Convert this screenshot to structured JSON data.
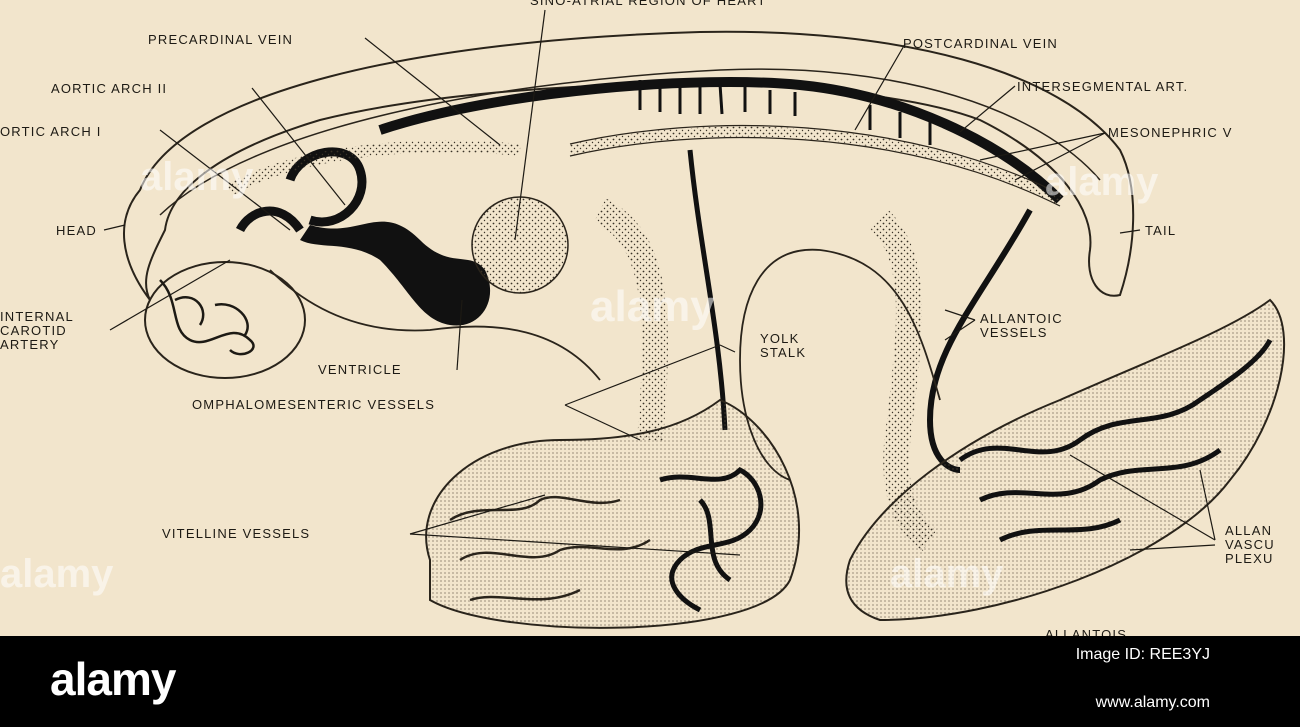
{
  "figure": {
    "labels": {
      "sino_atrial": "SINO-ATRIAL REGION OF HEART",
      "precardinal_vein": "PRECARDINAL VEIN",
      "postcardinal_vein": "POSTCARDINAL VEIN",
      "aortic_arch_2": "AORTIC ARCH II",
      "intersegmental_art": "INTERSEGMENTAL ART.",
      "aortic_arch_1": "ORTIC ARCH I",
      "mesonephric": "MESONEPHRIC V",
      "head": "HEAD",
      "tail": "TAIL",
      "internal_carotid": "INTERNAL\nCAROTID\nARTERY",
      "allantoic_vessels": "ALLANTOIC\nVESSELS",
      "yolk_stalk": "YOLK\nSTALK",
      "ventricle": "VENTRICLE",
      "omphalomesenteric": "OMPHALOMESENTERIC VESSELS",
      "vitelline": "VITELLINE VESSELS",
      "allantoic_plexus": "ALLAN\nVASCU\nPLEXU",
      "allantois": "ALLANTOIS"
    }
  },
  "watermark": {
    "text": "alamy"
  },
  "footer": {
    "brand": "alamy",
    "image_id": "Image ID: REE3YJ",
    "url": "www.alamy.com"
  }
}
